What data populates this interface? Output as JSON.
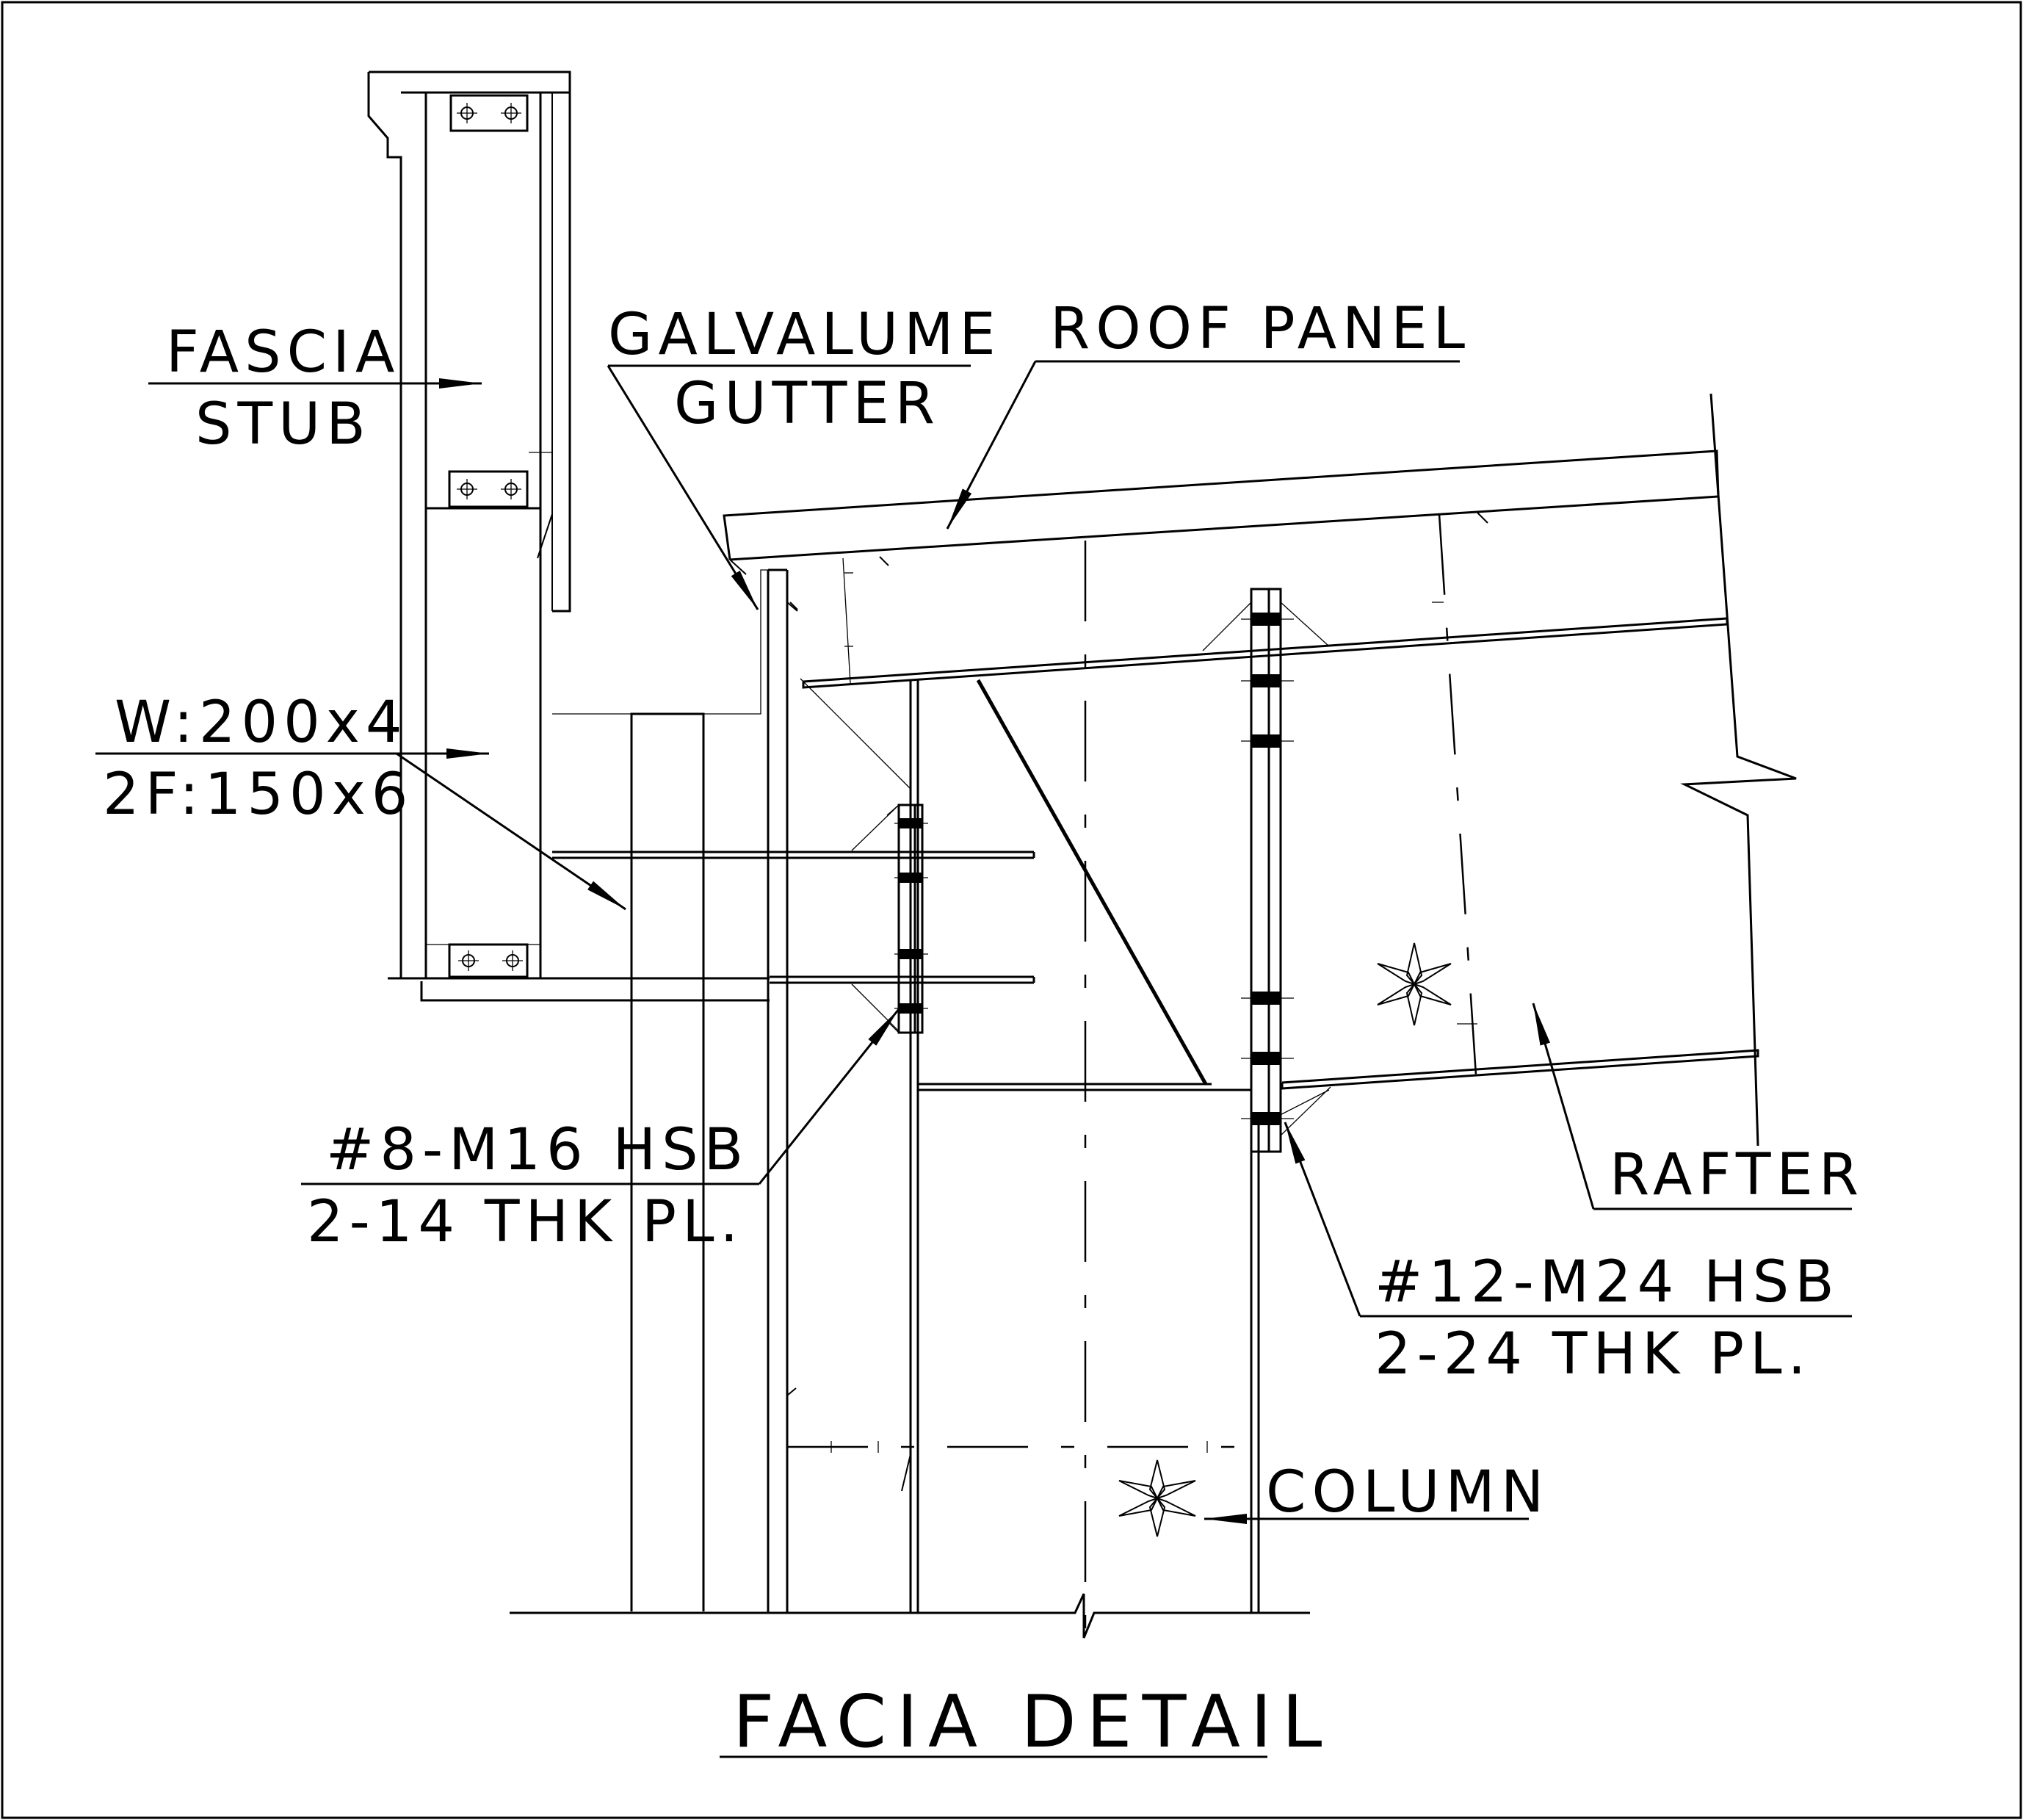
{
  "title": "FACIA DETAIL",
  "labels": {
    "fascia": "FASCIA",
    "stub": "STUB",
    "galvalume": "GALVALUME",
    "gutter": "GUTTER",
    "roof_panel": "ROOF PANEL",
    "web_size": "W:200x4",
    "flange_size": "2F:150x6",
    "bolts_small": "#8-M16 HSB",
    "plate_small": "2-14 THK PL.",
    "rafter": "RAFTER",
    "bolts_large": "#12-M24 HSB",
    "plate_large": "2-24 THK PL.",
    "column": "COLUMN"
  }
}
